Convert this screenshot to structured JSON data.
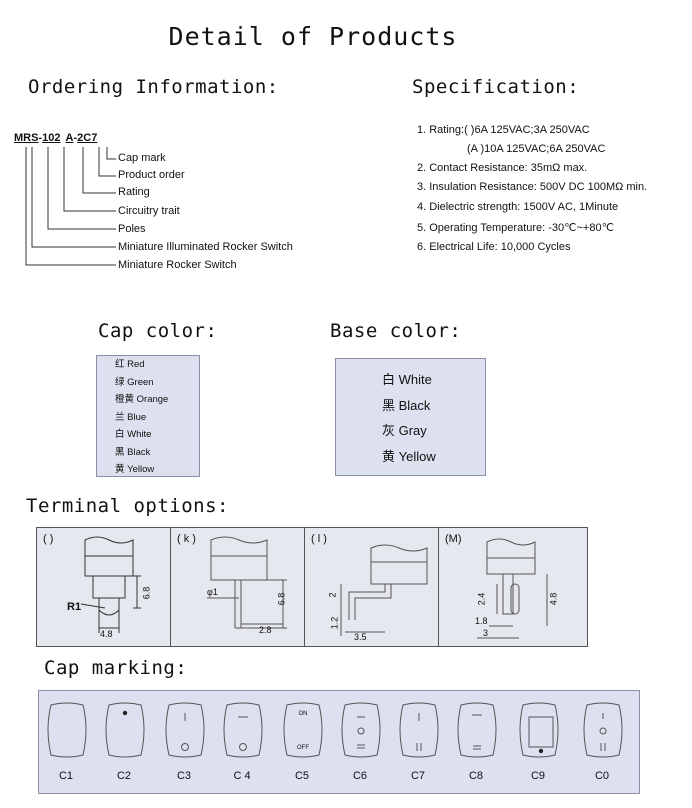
{
  "title": "Detail of Products",
  "ordering": {
    "heading": "Ordering Information:",
    "code": {
      "part1": "MRS",
      "dash1": "-",
      "part2": "102",
      "part3": "A",
      "dash2": "-",
      "part4": "2C7"
    },
    "legend": [
      "Cap mark",
      "Product order",
      "Rating",
      "Circuitry trait",
      "Poles",
      "Miniature Illuminated Rocker Switch",
      "Miniature Rocker Switch"
    ]
  },
  "specification": {
    "heading": "Specification:",
    "lines": [
      "1. Rating:(  )6A 125VAC;3A 250VAC",
      "(A )10A 125VAC;6A 250VAC",
      "2. Contact Resistance: 35mΩ max.",
      "3. Insulation Resistance: 500V DC  100MΩ min.",
      "4. Dielectric strength: 1500V AC, 1Minute",
      "5. Operating Temperature: -30℃~+80℃",
      "6. Electrical Life: 10,000 Cycles"
    ]
  },
  "cap_color": {
    "heading": "Cap color:",
    "items": [
      "红 Red",
      "绿 Green",
      "橙黄 Orange",
      "兰 Blue",
      "白 White",
      "黑 Black",
      "黄 Yellow"
    ]
  },
  "base_color": {
    "heading": "Base color:",
    "items": [
      "白 White",
      "黑 Black",
      "灰 Gray",
      "黄 Yellow"
    ]
  },
  "terminal": {
    "heading": "Terminal options:",
    "options": [
      {
        "label": "(  )",
        "dims": [
          "R1",
          "6.8",
          "4.8"
        ]
      },
      {
        "label": "( k )",
        "dims": [
          "φ1",
          "6.8",
          "2.8"
        ]
      },
      {
        "label": "( l )",
        "dims": [
          "2",
          "1.2",
          "3.5"
        ]
      },
      {
        "label": "(M)",
        "dims": [
          "2.4",
          "4.8",
          "1.8",
          "3"
        ]
      }
    ]
  },
  "cap_marking": {
    "heading": "Cap marking:",
    "labels": [
      "C1",
      "C2",
      "C3",
      "C 4",
      "C5",
      "C6",
      "C7",
      "C8",
      "C9",
      "C0"
    ],
    "c5_on": "ON",
    "c5_off": "OFF"
  }
}
